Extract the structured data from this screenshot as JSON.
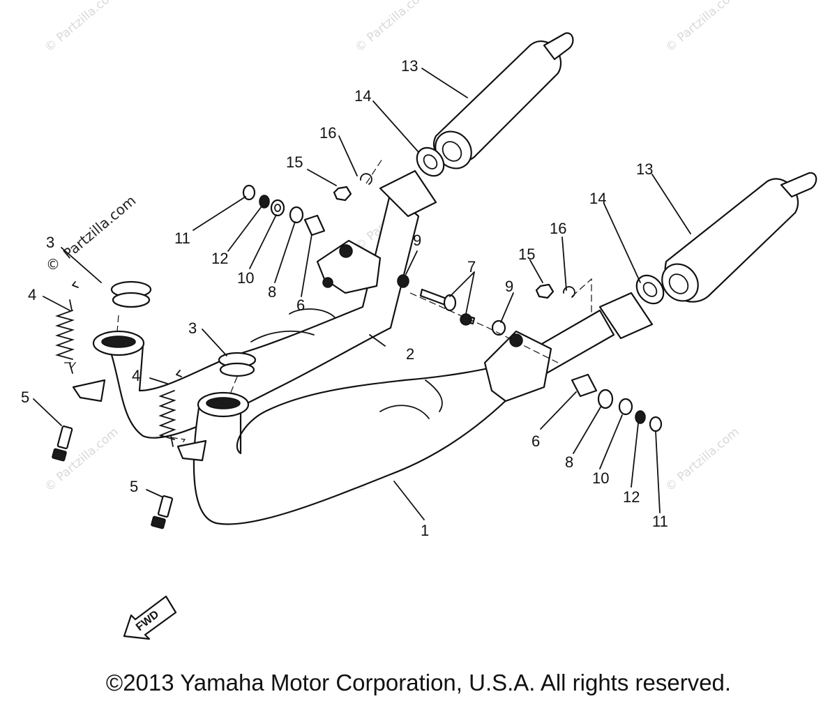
{
  "watermark": {
    "text": "© Partzilla.com",
    "site": "Partzilla.com",
    "copy_symbol": "©"
  },
  "fwd_label": "FWD",
  "copyright": "©2013 Yamaha Motor Corporation, U.S.A. All rights reserved.",
  "callouts": [
    {
      "id": "1",
      "text": "1"
    },
    {
      "id": "2",
      "text": "2"
    },
    {
      "id": "3a",
      "text": "3"
    },
    {
      "id": "3b",
      "text": "3"
    },
    {
      "id": "4a",
      "text": "4"
    },
    {
      "id": "4b",
      "text": "4"
    },
    {
      "id": "5a",
      "text": "5"
    },
    {
      "id": "5b",
      "text": "5"
    },
    {
      "id": "6a",
      "text": "6"
    },
    {
      "id": "6b",
      "text": "6"
    },
    {
      "id": "7",
      "text": "7"
    },
    {
      "id": "8a",
      "text": "8"
    },
    {
      "id": "8b",
      "text": "8"
    },
    {
      "id": "9a",
      "text": "9"
    },
    {
      "id": "9b",
      "text": "9"
    },
    {
      "id": "10a",
      "text": "10"
    },
    {
      "id": "10b",
      "text": "10"
    },
    {
      "id": "11a",
      "text": "11"
    },
    {
      "id": "11b",
      "text": "11"
    },
    {
      "id": "12a",
      "text": "12"
    },
    {
      "id": "12b",
      "text": "12"
    },
    {
      "id": "13a",
      "text": "13"
    },
    {
      "id": "13b",
      "text": "13"
    },
    {
      "id": "14a",
      "text": "14"
    },
    {
      "id": "14b",
      "text": "14"
    },
    {
      "id": "15a",
      "text": "15"
    },
    {
      "id": "15b",
      "text": "15"
    },
    {
      "id": "16a",
      "text": "16"
    },
    {
      "id": "16b",
      "text": "16"
    }
  ]
}
